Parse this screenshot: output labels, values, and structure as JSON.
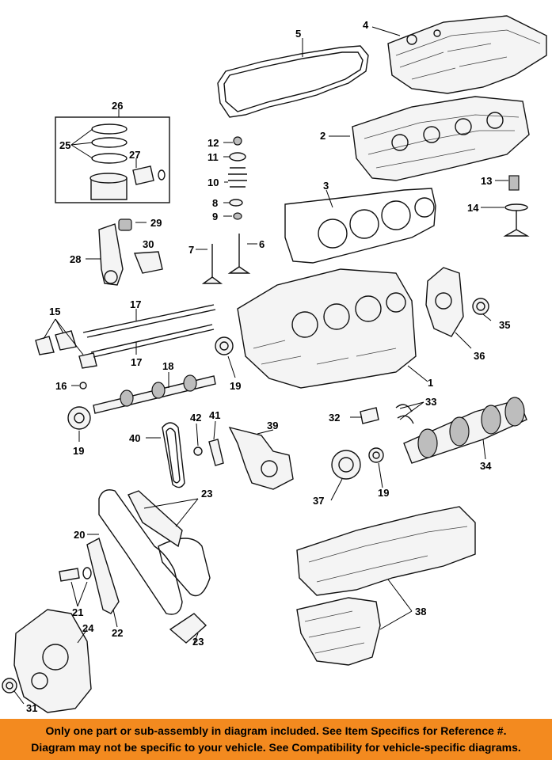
{
  "callouts": {
    "c1": "1",
    "c2": "2",
    "c3": "3",
    "c4": "4",
    "c5": "5",
    "c6": "6",
    "c7": "7",
    "c8": "8",
    "c9": "9",
    "c10": "10",
    "c11": "11",
    "c12": "12",
    "c13": "13",
    "c14": "14",
    "c15": "15",
    "c16": "16",
    "c17a": "17",
    "c17b": "17",
    "c18": "18",
    "c19a": "19",
    "c19b": "19",
    "c19c": "19",
    "c20": "20",
    "c21": "21",
    "c22": "22",
    "c23a": "23",
    "c23b": "23",
    "c24": "24",
    "c25": "25",
    "c26": "26",
    "c27": "27",
    "c28": "28",
    "c29": "29",
    "c30": "30",
    "c31": "31",
    "c32": "32",
    "c33": "33",
    "c34": "34",
    "c35": "35",
    "c36": "36",
    "c37": "37",
    "c38": "38",
    "c39": "39",
    "c40": "40",
    "c41": "41",
    "c42": "42"
  },
  "banner": {
    "line1": "Only one part or sub-assembly in diagram included. See Item Specifics for Reference #.",
    "line2": "Diagram may not be specific to your vehicle. See Compatibility for vehicle-specific diagrams."
  },
  "colors": {
    "banner": "#f38a1f",
    "ink": "#111111"
  }
}
